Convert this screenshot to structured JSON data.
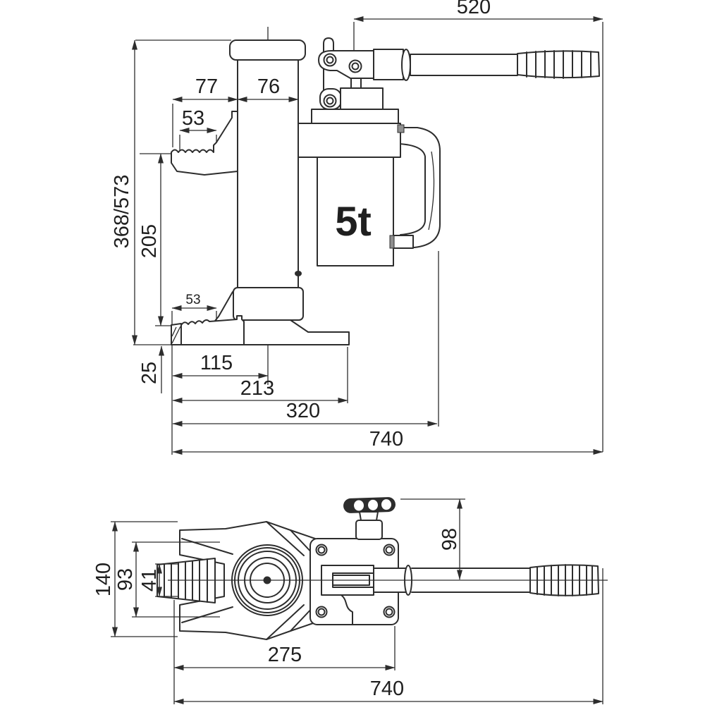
{
  "product": {
    "capacity": "5t"
  },
  "style": {
    "ink": "#2d2d2d",
    "background": "#ffffff"
  },
  "side_view": {
    "handle_length": "520",
    "claw_front_to_column": "77",
    "column_width": "76",
    "claw_depth_raised": "53",
    "height_min_max": "368/573",
    "lift_stroke": "205",
    "claw_depth_lowered": "53",
    "claw_min_height": "25",
    "dim_115": "115",
    "dim_213": "213",
    "dim_320": "320",
    "overall_length": "740"
  },
  "plan_view": {
    "overall_width": "140",
    "fork_opening": "93",
    "toe_width": "41",
    "knob_offset": "98",
    "base_length": "275",
    "overall_length": "740"
  }
}
